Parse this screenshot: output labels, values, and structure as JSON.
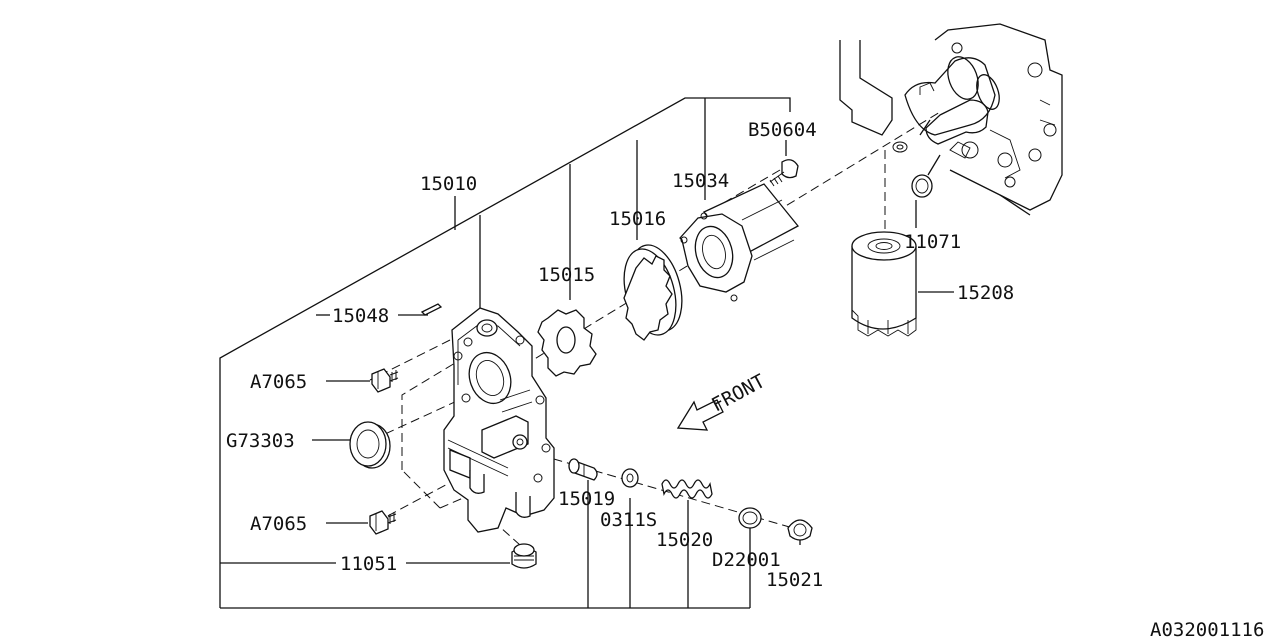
{
  "diagram": {
    "part_numbers": {
      "p15010": "15010",
      "p15048": "15048",
      "pA7065_upper": "A7065",
      "pG73303": "G73303",
      "pA7065_lower": "A7065",
      "p11051": "11051",
      "p15015": "15015",
      "p15016": "15016",
      "p15034": "15034",
      "pB50604": "B50604",
      "p11071": "11071",
      "p15208": "15208",
      "p15019": "15019",
      "p0311S": "0311S",
      "p15020": "15020",
      "pD22001": "D22001",
      "p15021": "15021"
    },
    "front_label": "FRONT",
    "drawing_id": "A032001116"
  }
}
